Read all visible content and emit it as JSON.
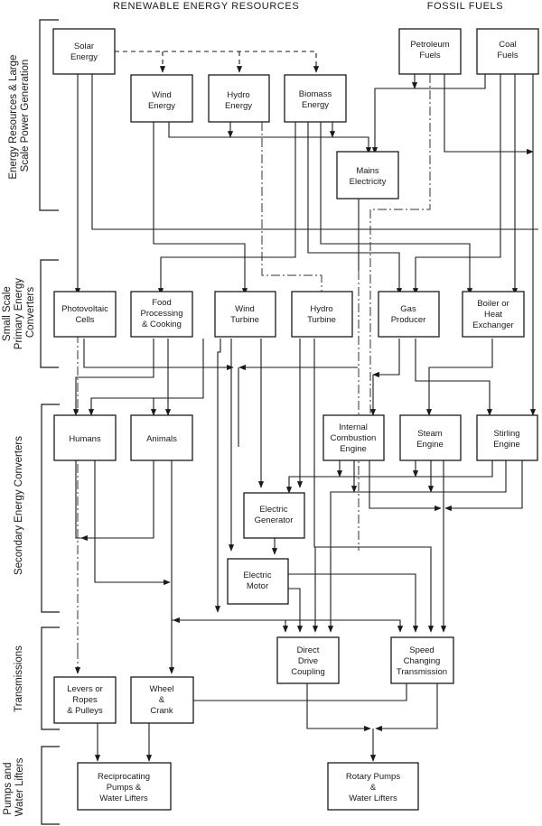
{
  "headers": {
    "renewable": "RENEWABLE ENERGY RESOURCES",
    "fossil": "FOSSIL FUELS"
  },
  "side_labels": {
    "energy_resources": [
      "Energy Resources & Large",
      "Scale Power Generation"
    ],
    "small_scale": [
      "Small Scale",
      "Primary Energy",
      "Converters"
    ],
    "secondary": [
      "Secondary Energy Converters"
    ],
    "transmissions": [
      "Transmissions"
    ],
    "pumps": [
      "Pumps and",
      "Water Lifters"
    ]
  },
  "boxes": {
    "solar": [
      "Solar",
      "Energy"
    ],
    "wind_energy": [
      "Wind",
      "Energy"
    ],
    "hydro_energy": [
      "Hydro",
      "Energy"
    ],
    "biomass": [
      "Biomass",
      "Energy"
    ],
    "petroleum": [
      "Petroleum",
      "Fuels"
    ],
    "coal": [
      "Coal",
      "Fuels"
    ],
    "mains": [
      "Mains",
      "Electricity"
    ],
    "photovoltaic": [
      "Photovoltaic",
      "Cells"
    ],
    "food": [
      "Food",
      "Processing",
      "& Cooking"
    ],
    "wind_turbine": [
      "Wind",
      "Turbine"
    ],
    "hydro_turbine": [
      "Hydro",
      "Turbine"
    ],
    "gas_producer": [
      "Gas",
      "Producer"
    ],
    "boiler": [
      "Boiler or",
      "Heat",
      "Exchanger"
    ],
    "humans": [
      "Humans"
    ],
    "animals": [
      "Animals"
    ],
    "ice": [
      "Internal",
      "Combustion",
      "Engine"
    ],
    "steam": [
      "Steam",
      "Engine"
    ],
    "stirling": [
      "Stirling",
      "Engine"
    ],
    "generator": [
      "Electric",
      "Generator"
    ],
    "motor": [
      "Electric",
      "Motor"
    ],
    "direct_drive": [
      "Direct",
      "Drive",
      "Coupling"
    ],
    "speed_changing": [
      "Speed",
      "Changing",
      "Transmission"
    ],
    "levers": [
      "Levers or",
      "Ropes",
      "& Pulleys"
    ],
    "wheel": [
      "Wheel",
      "&",
      "Crank"
    ],
    "reciprocating": [
      "Reciprocating",
      "Pumps &",
      "Water Lifters"
    ],
    "rotary": [
      "Rotary Pumps",
      "&",
      "Water Lifters"
    ]
  }
}
